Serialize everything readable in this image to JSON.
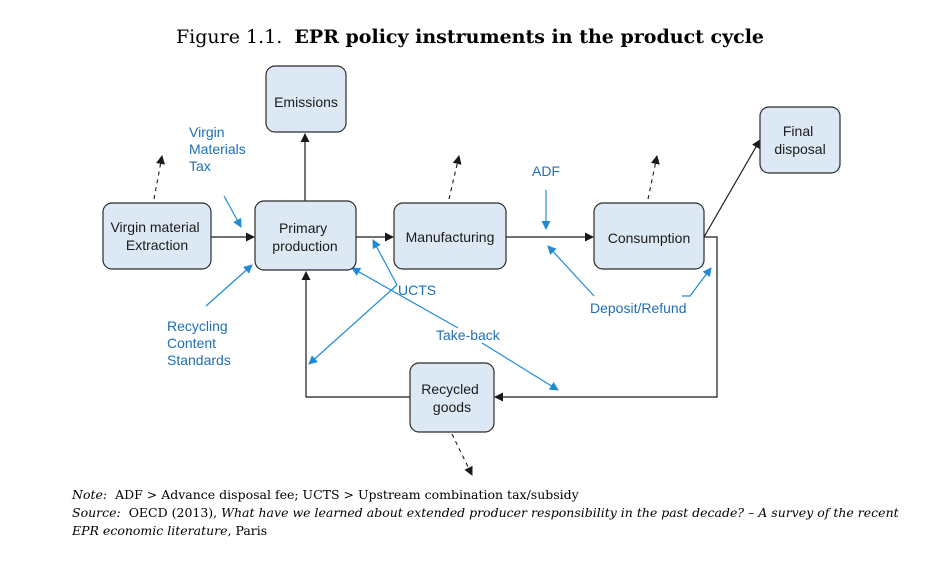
{
  "figure": {
    "number": "Figure 1.1.",
    "title": "EPR policy instruments in the product cycle"
  },
  "boxes": {
    "emissions": [
      "Emissions"
    ],
    "virgin_extraction": [
      "Virgin material",
      "Extraction"
    ],
    "primary_production": [
      "Primary",
      "production"
    ],
    "manufacturing": [
      "Manufacturing"
    ],
    "consumption": [
      "Consumption"
    ],
    "final_disposal": [
      "Final",
      "disposal"
    ],
    "recycled_goods": [
      "Recycled",
      "goods"
    ]
  },
  "instruments": {
    "virgin_materials_tax": [
      "Virgin",
      "Materials",
      "Tax"
    ],
    "recycling_content_standards": [
      "Recycling",
      "Content",
      "Standards"
    ],
    "adf": [
      "ADF"
    ],
    "ucts": [
      "UCTS"
    ],
    "take_back": [
      "Take-back"
    ],
    "deposit_refund": [
      "Deposit/Refund"
    ]
  },
  "notes": {
    "note_label": "Note:",
    "note_text": "ADF > Advance disposal fee; UCTS > Upstream combination tax/subsidy",
    "source_label": "Source:",
    "source_pre": "OECD (2013),",
    "source_title": "What have we learned about extended producer responsibility in the past decade? – A survey of the recent EPR economic literature",
    "source_post": ", Paris"
  },
  "colors": {
    "box_fill": "#dce9f5",
    "instrument_blue": "#1f6fb5"
  }
}
